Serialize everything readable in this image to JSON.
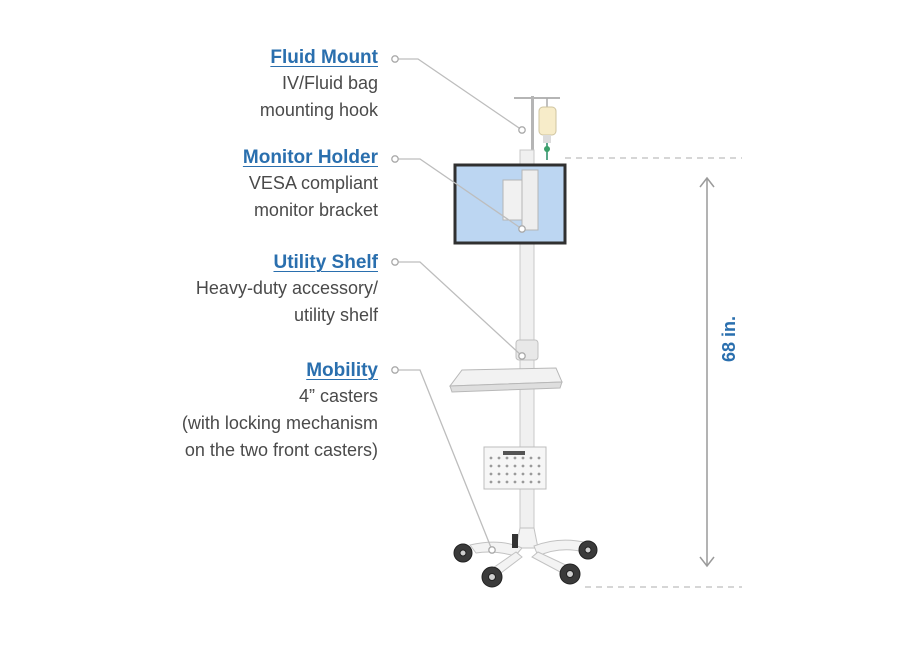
{
  "accent_color": "#2a6fae",
  "leader_color": "#bdbdbd",
  "callouts": {
    "fluid_mount": {
      "title": "Fluid Mount",
      "desc": [
        "IV/Fluid bag",
        "mounting hook"
      ]
    },
    "monitor_holder": {
      "title": "Monitor Holder",
      "desc": [
        "VESA compliant",
        "monitor bracket"
      ]
    },
    "utility_shelf": {
      "title": "Utility Shelf",
      "desc": [
        "Heavy-duty accessory/",
        "utility shelf"
      ]
    },
    "mobility": {
      "title": "Mobility",
      "desc": [
        "4” casters",
        "(with locking mechanism",
        "on the two front casters)"
      ]
    }
  },
  "dimension": {
    "label": "68 in."
  }
}
